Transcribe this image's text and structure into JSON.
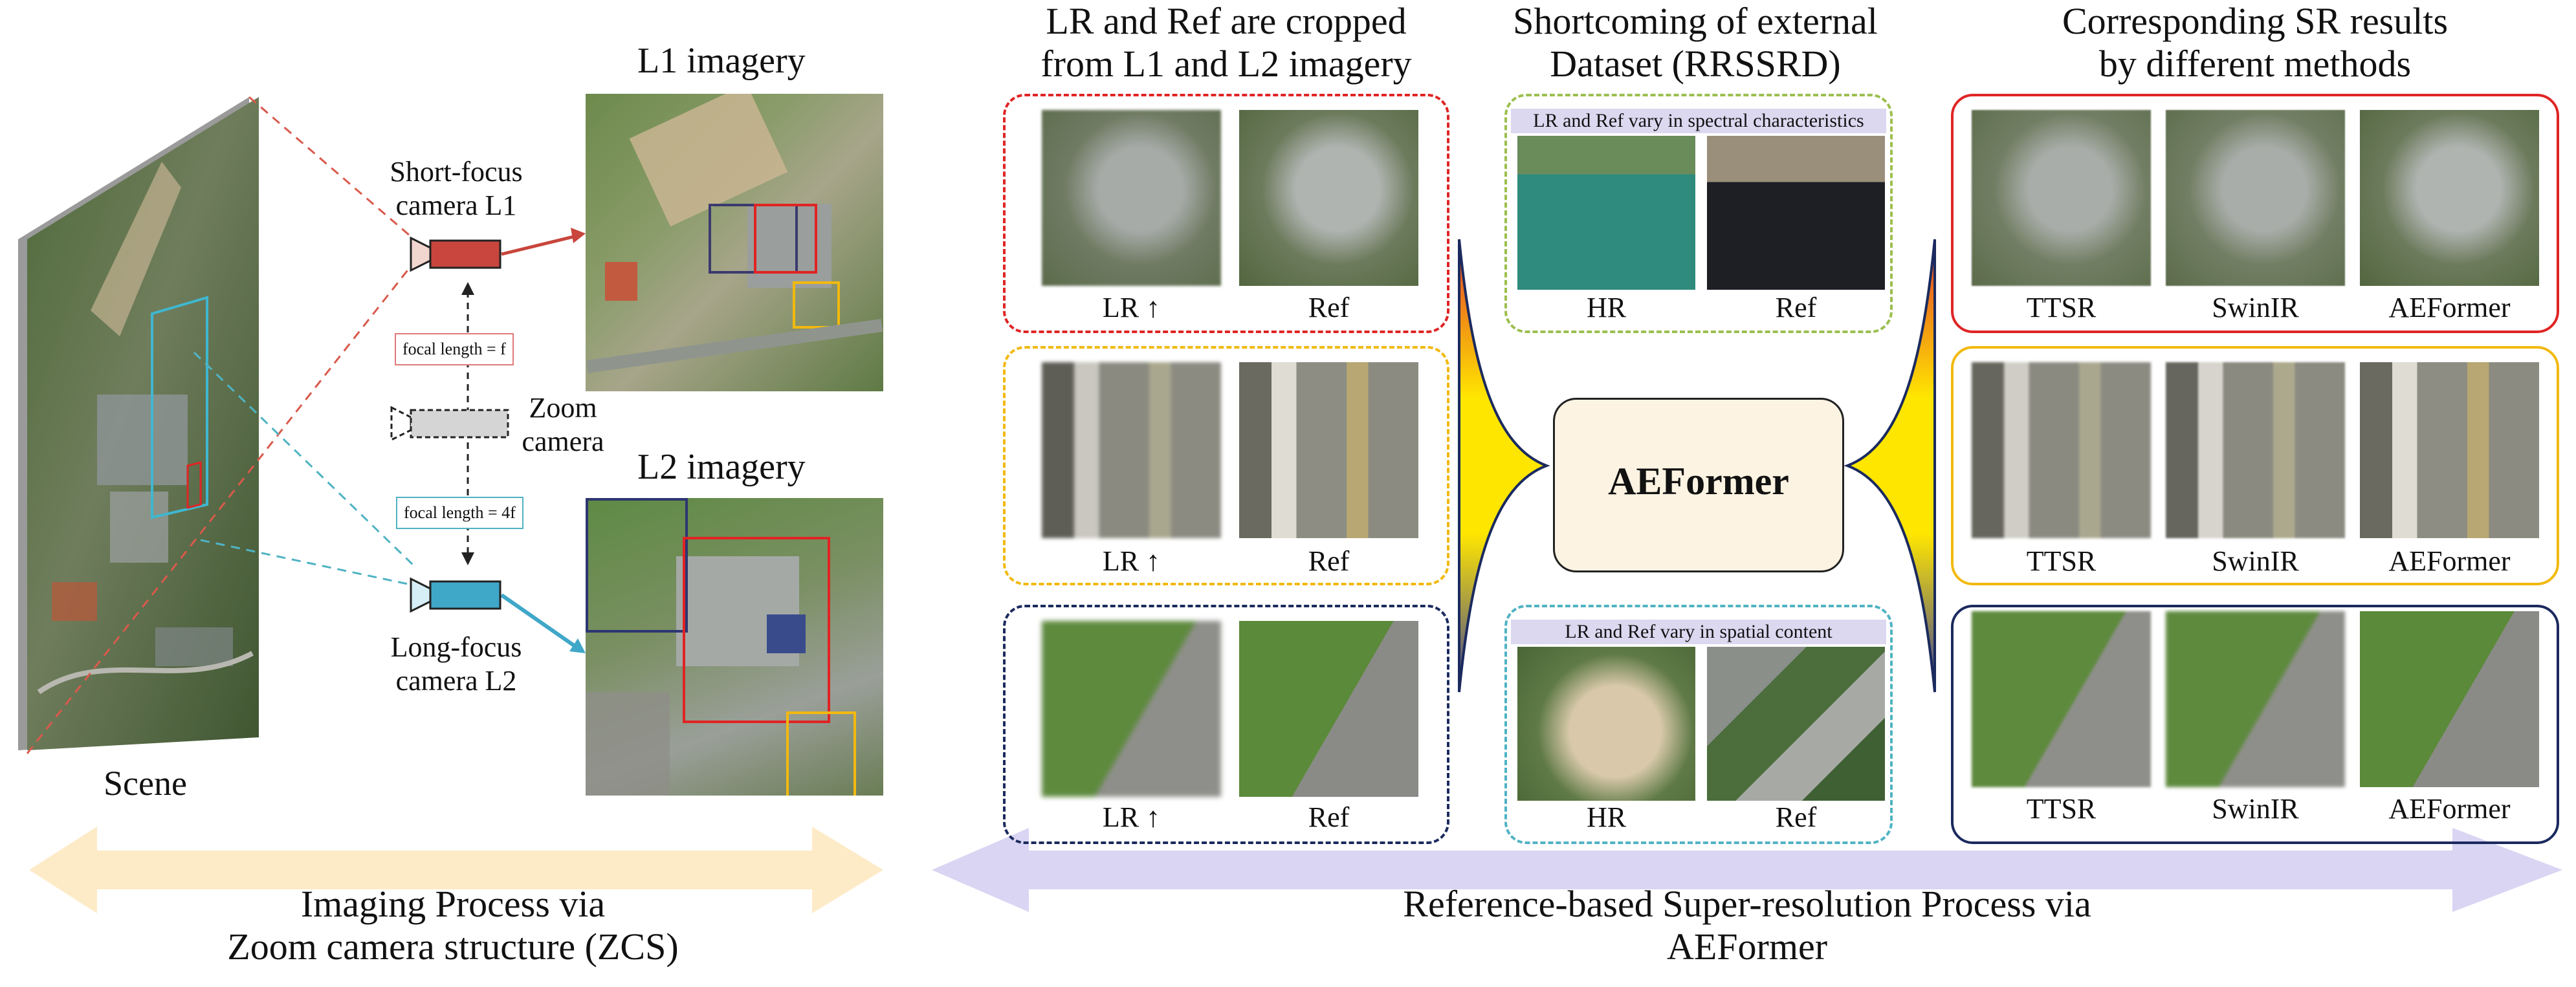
{
  "left": {
    "l1_title": "L1 imagery",
    "l2_title": "L2 imagery",
    "short_focus_line1": "Short-focus",
    "short_focus_line2": "camera L1",
    "long_focus_line1": "Long-focus",
    "long_focus_line2": "camera L2",
    "zoom_line1": "Zoom",
    "zoom_line2": "camera",
    "focal_short": "focal length = f",
    "focal_long": "focal length = 4f",
    "scene": "Scene",
    "process_line1": "Imaging Process via",
    "process_line2": "Zoom camera structure (ZCS)"
  },
  "middle": {
    "title_line1": "LR and Ref are cropped",
    "title_line2": "from L1 and L2 imagery",
    "pairs": [
      {
        "a": "LR ↑",
        "b": "Ref"
      },
      {
        "a": "LR ↑",
        "b": "Ref"
      },
      {
        "a": "LR ↑",
        "b": "Ref"
      }
    ]
  },
  "dataset": {
    "title_line1": "Shortcoming of external",
    "title_line2": "Dataset (RRSSRD)",
    "top_note": "LR and Ref vary in spectral characteristics",
    "bottom_note": "LR and Ref vary in spatial content",
    "top_caps": {
      "a": "HR",
      "b": "Ref"
    },
    "bottom_caps": {
      "a": "HR",
      "b": "Ref"
    },
    "model": "AEFormer"
  },
  "right": {
    "title_line1": "Corresponding SR results",
    "title_line2": "by different methods",
    "rows": [
      {
        "a": "TTSR",
        "b": "SwinIR",
        "c": "AEFormer"
      },
      {
        "a": "TTSR",
        "b": "SwinIR",
        "c": "AEFormer"
      },
      {
        "a": "TTSR",
        "b": "SwinIR",
        "c": "AEFormer"
      }
    ]
  },
  "bottom": {
    "process_line1": "Reference-based Super-resolution Process via",
    "process_line2": "AEFormer"
  },
  "colors": {
    "red": "#e02424",
    "yellow": "#f2b90f",
    "navy": "#1b2a5e",
    "green_dash": "#9bbf4e",
    "teal_dash": "#4fb3c3",
    "cam_red": "#c8463d",
    "cam_blue": "#3fa7c8",
    "arrow_left": "#fdebc8",
    "arrow_right": "#d9d5f3"
  }
}
